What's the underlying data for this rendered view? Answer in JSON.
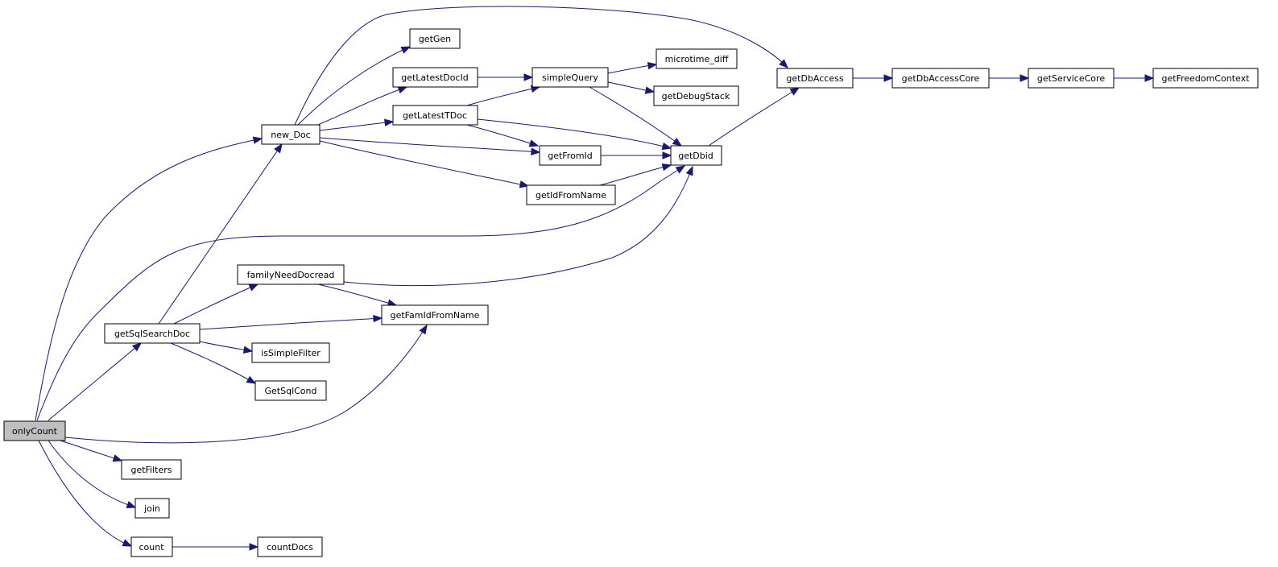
{
  "colors": {
    "edge": "#191970",
    "root_fill": "#bfbfbf",
    "node_fill": "#ffffff",
    "border": "#000000"
  },
  "nodes": {
    "onlyCount": "onlyCount",
    "new_Doc": "new_Doc",
    "getGen": "getGen",
    "getLatestDocId": "getLatestDocId",
    "getLatestTDoc": "getLatestTDoc",
    "simpleQuery": "simpleQuery",
    "microtime_diff": "microtime_diff",
    "getDebugStack": "getDebugStack",
    "getDbAccess": "getDbAccess",
    "getDbAccessCore": "getDbAccessCore",
    "getServiceCore": "getServiceCore",
    "getFreedomContext": "getFreedomContext",
    "getFromId": "getFromId",
    "getDbid": "getDbid",
    "getIdFromName": "getIdFromName",
    "familyNeedDocread": "familyNeedDocread",
    "getFamIdFromName": "getFamIdFromName",
    "getSqlSearchDoc": "getSqlSearchDoc",
    "isSimpleFilter": "isSimpleFilter",
    "GetSqlCond": "GetSqlCond",
    "getFilters": "getFilters",
    "join": "join",
    "count": "count",
    "countDocs": "countDocs"
  },
  "edges": [
    [
      "onlyCount",
      "new_Doc"
    ],
    [
      "onlyCount",
      "getDbid"
    ],
    [
      "onlyCount",
      "getSqlSearchDoc"
    ],
    [
      "onlyCount",
      "getFamIdFromName"
    ],
    [
      "onlyCount",
      "getFilters"
    ],
    [
      "onlyCount",
      "join"
    ],
    [
      "onlyCount",
      "count"
    ],
    [
      "new_Doc",
      "getGen"
    ],
    [
      "new_Doc",
      "getDbAccess"
    ],
    [
      "new_Doc",
      "getLatestDocId"
    ],
    [
      "new_Doc",
      "getLatestTDoc"
    ],
    [
      "new_Doc",
      "getFromId"
    ],
    [
      "new_Doc",
      "getIdFromName"
    ],
    [
      "getLatestDocId",
      "simpleQuery"
    ],
    [
      "getLatestTDoc",
      "simpleQuery"
    ],
    [
      "getLatestTDoc",
      "getFromId"
    ],
    [
      "getLatestTDoc",
      "getDbid"
    ],
    [
      "simpleQuery",
      "microtime_diff"
    ],
    [
      "simpleQuery",
      "getDebugStack"
    ],
    [
      "simpleQuery",
      "getDbid"
    ],
    [
      "getFromId",
      "getDbid"
    ],
    [
      "getIdFromName",
      "getDbid"
    ],
    [
      "getDbid",
      "getDbAccess"
    ],
    [
      "getDbAccess",
      "getDbAccessCore"
    ],
    [
      "getDbAccessCore",
      "getServiceCore"
    ],
    [
      "getServiceCore",
      "getFreedomContext"
    ],
    [
      "familyNeedDocread",
      "getDbid"
    ],
    [
      "familyNeedDocread",
      "getFamIdFromName"
    ],
    [
      "getSqlSearchDoc",
      "new_Doc"
    ],
    [
      "getSqlSearchDoc",
      "familyNeedDocread"
    ],
    [
      "getSqlSearchDoc",
      "getFamIdFromName"
    ],
    [
      "getSqlSearchDoc",
      "isSimpleFilter"
    ],
    [
      "getSqlSearchDoc",
      "GetSqlCond"
    ],
    [
      "count",
      "countDocs"
    ]
  ]
}
